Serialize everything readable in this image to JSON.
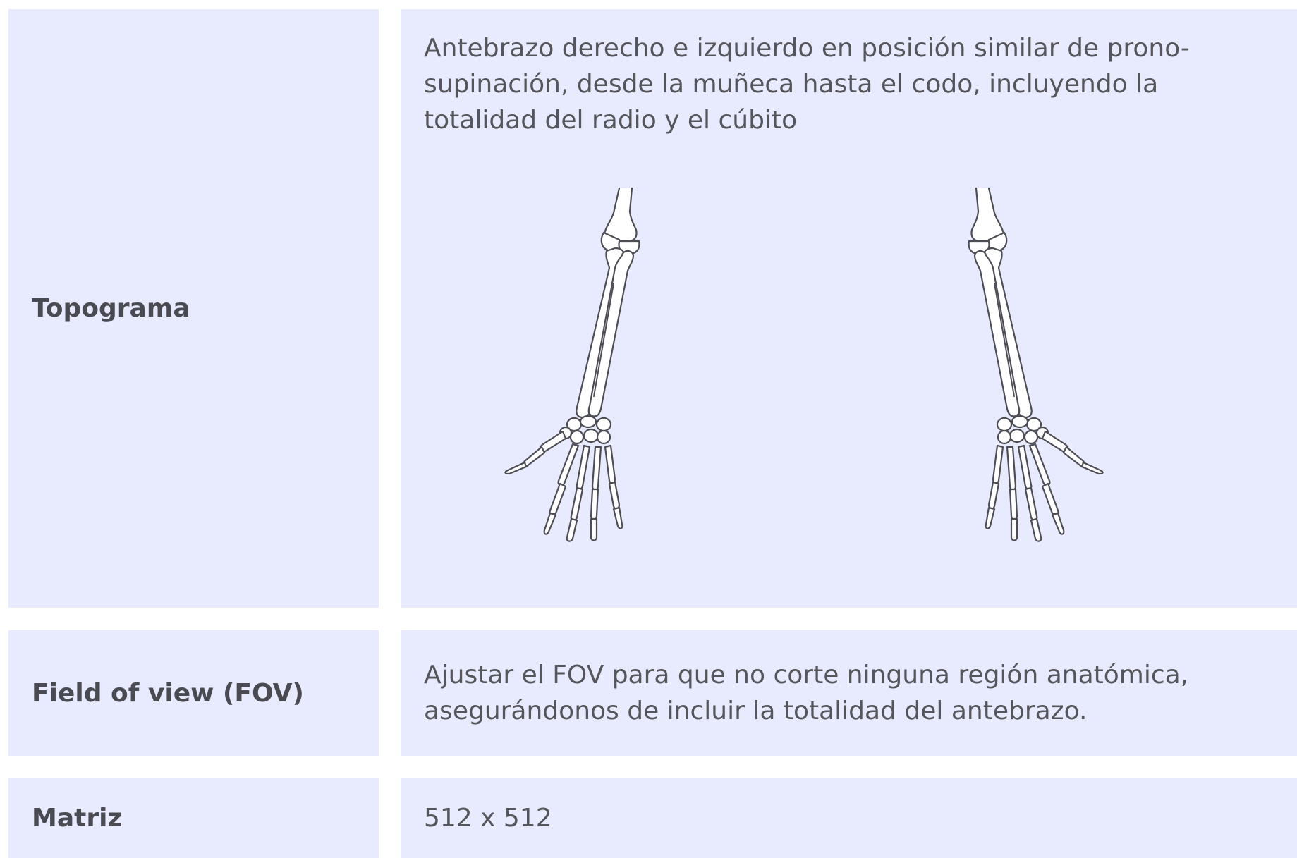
{
  "rows": [
    {
      "label": "Topograma",
      "value": "Antebrazo derecho e izquierdo en posición similar de prono-supinación, desde la muñeca hasta el codo, incluyendo la totalidad del radio y el cúbito",
      "illustration_icon": "forearm-skeleton-icon"
    },
    {
      "label": "Field of view (FOV)",
      "value": "Ajustar el FOV para que no corte ninguna región anatómica, asegurándonos de incluir la totalidad del antebrazo."
    },
    {
      "label": "Matriz",
      "value": "512 x 512"
    }
  ],
  "colors": {
    "cell_background": "#e8eafd",
    "text": "#4a4a52",
    "page_background": "#ffffff"
  }
}
